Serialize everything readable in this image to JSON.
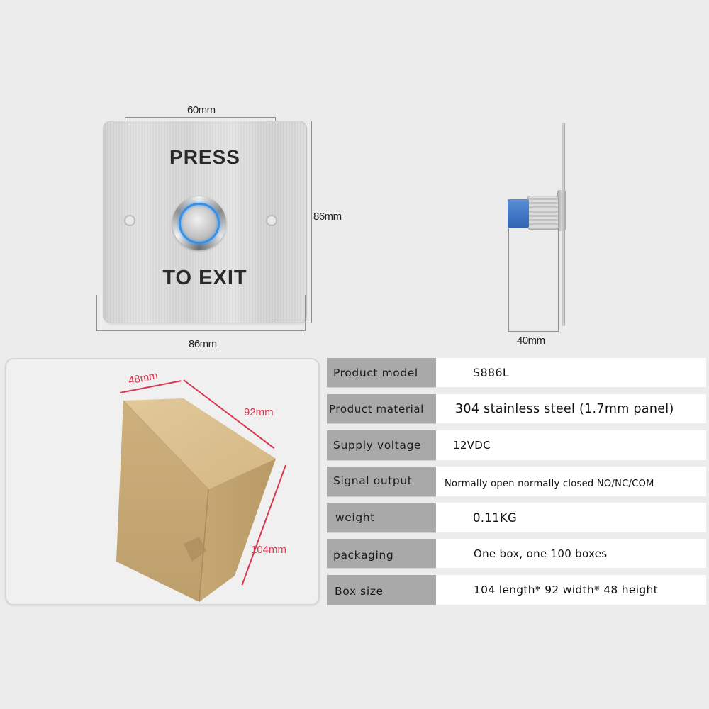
{
  "front_view": {
    "plate_text_top": "PRESS",
    "plate_text_bottom": "TO EXIT",
    "dimensions": {
      "hole_spacing": "60mm",
      "height": "86mm",
      "width": "86mm"
    },
    "button_ring_color": "#3a8fe0"
  },
  "side_view": {
    "dimensions": {
      "depth": "40mm"
    }
  },
  "box_photo": {
    "dimensions": {
      "width": "48mm",
      "length": "92mm",
      "height": "104mm"
    },
    "dimension_color": "#d8394f"
  },
  "spec_table": {
    "rows": [
      {
        "label": "Product model",
        "value": "S886L"
      },
      {
        "label": "Product material",
        "value": "304 stainless steel (1.7mm panel)"
      },
      {
        "label": "Supply voltage",
        "value": "12VDC"
      },
      {
        "label": "Signal output",
        "value": "Normally open normally closed NO/NC/COM"
      },
      {
        "label": "weight",
        "value": "0.11KG"
      },
      {
        "label": "packaging",
        "value": "One box, one 100 boxes"
      },
      {
        "label": "Box size",
        "value": "104 length* 92 width* 48 height"
      }
    ]
  }
}
